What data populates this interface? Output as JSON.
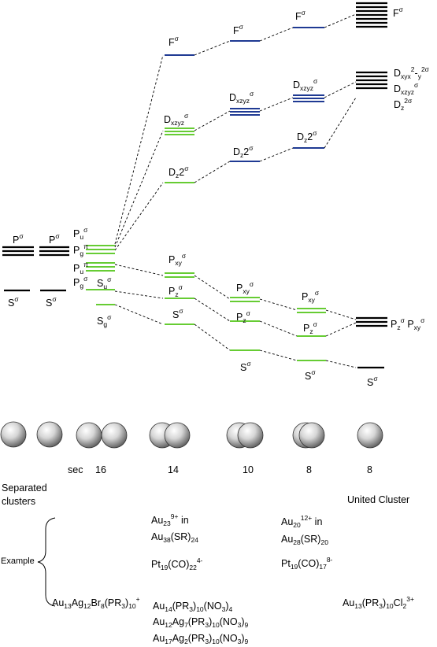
{
  "colors": {
    "black": "#000000",
    "green": "#66cc33",
    "blue": "#1f3a93"
  },
  "orbital_labels": {
    "P_sigma": "Pσ",
    "S_sigma": "Sσ",
    "Pu_sigma": "Puσ",
    "Pg_pi": "Pgπ",
    "Pu_pi": "Puπ",
    "Pg_sigma": "Pgσ",
    "Su_sigma": "Suσ",
    "Sg_sigma": "Sgσ",
    "F_sigma": "Fσ",
    "Dxzyz_sigma": "Dxzyzσ",
    "Dz2_sigma": "Dz2σ",
    "Pxy_sigma": "Pxyσ",
    "Pz_sigma": "Pzσ",
    "Dxyx2y2_sigma": "Dxyx2-y2σ"
  },
  "axis": {
    "sec": "sec",
    "values": [
      "16",
      "14",
      "10",
      "8",
      "8"
    ],
    "separated_line1": "Separated",
    "separated_line2": "clusters",
    "united": "United Cluster"
  },
  "examples": {
    "label": "Example",
    "col1": "Au13Ag12Br8(PR3)10+",
    "col2_top_a": "Au239+ in",
    "col2_top_b": "Au38(SR)24",
    "col2_top_c": "Pt19(CO)224-",
    "col2_bottom_a": "Au14(PR3)10(NO3)4",
    "col2_bottom_b": "Au12Ag7(PR3)10(NO3)9",
    "col2_bottom_c": "Au17Ag2(PR3)10(NO3)9",
    "col3_top_a": "Au2012+ in",
    "col3_top_b": "Au28(SR)20",
    "col3_top_c": "Pt19(CO)178-",
    "col4": "Au13(PR3)10Cl23+"
  }
}
